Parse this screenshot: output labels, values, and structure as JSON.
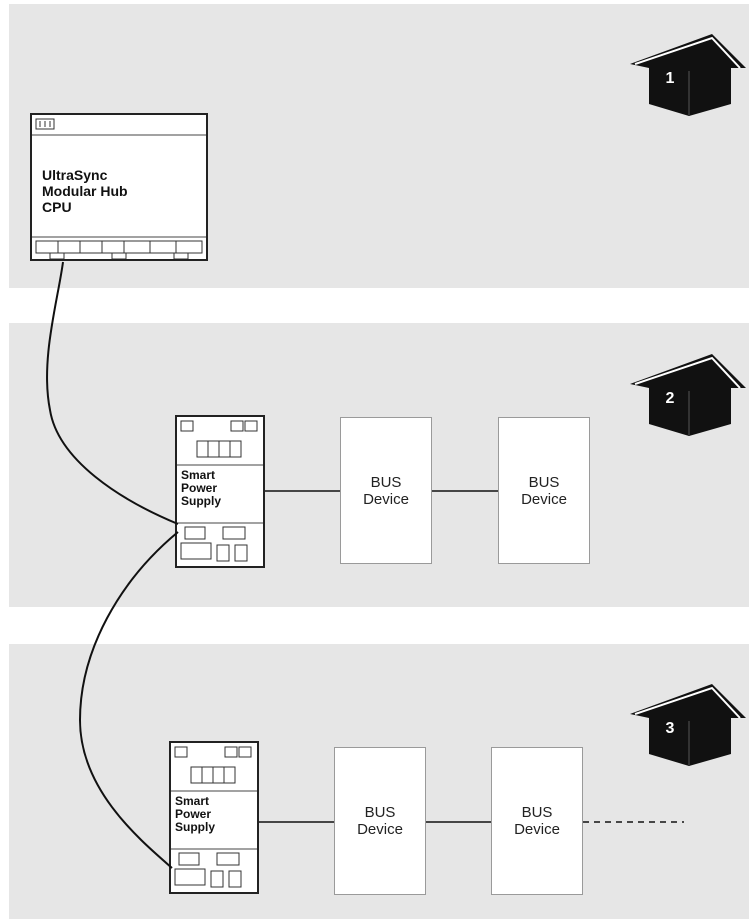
{
  "zones": [
    {
      "house_number": "1"
    },
    {
      "house_number": "2"
    },
    {
      "house_number": "3"
    }
  ],
  "cpu": {
    "label": "UltraSync\nModular Hub\nCPU"
  },
  "power_supplies": [
    {
      "label": "Smart\nPower\nSupply"
    },
    {
      "label": "Smart\nPower\nSupply"
    }
  ],
  "bus_devices": [
    {
      "label": "BUS\nDevice"
    },
    {
      "label": "BUS\nDevice"
    },
    {
      "label": "BUS\nDevice"
    },
    {
      "label": "BUS\nDevice"
    }
  ]
}
